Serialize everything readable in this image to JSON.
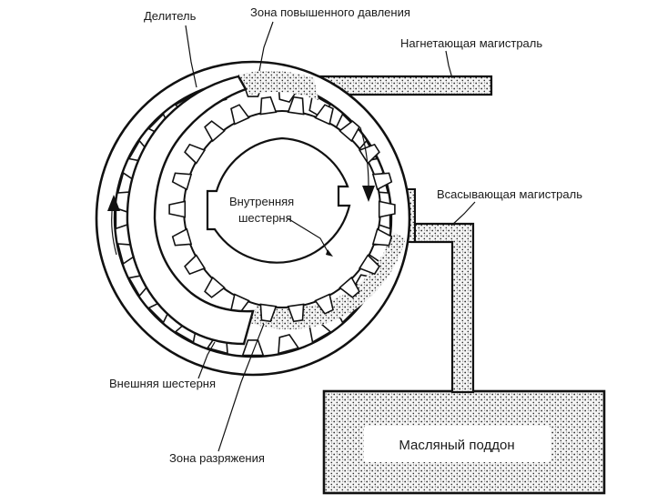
{
  "labels": {
    "divider": "Делитель",
    "high_pressure_zone": "Зона повышенного давления",
    "discharge_line": "Нагнетающая магистраль",
    "suction_line": "Всасывающая магистраль",
    "inner_gear": [
      "Внутренняя",
      "шестерня"
    ],
    "outer_gear": "Внешняя шестерня",
    "vacuum_zone": "Зона разряжения",
    "oil_pan": "Масляный поддон"
  },
  "colors": {
    "ink": "#111111",
    "stipple": "#2a2a2a",
    "background": "#ffffff"
  }
}
